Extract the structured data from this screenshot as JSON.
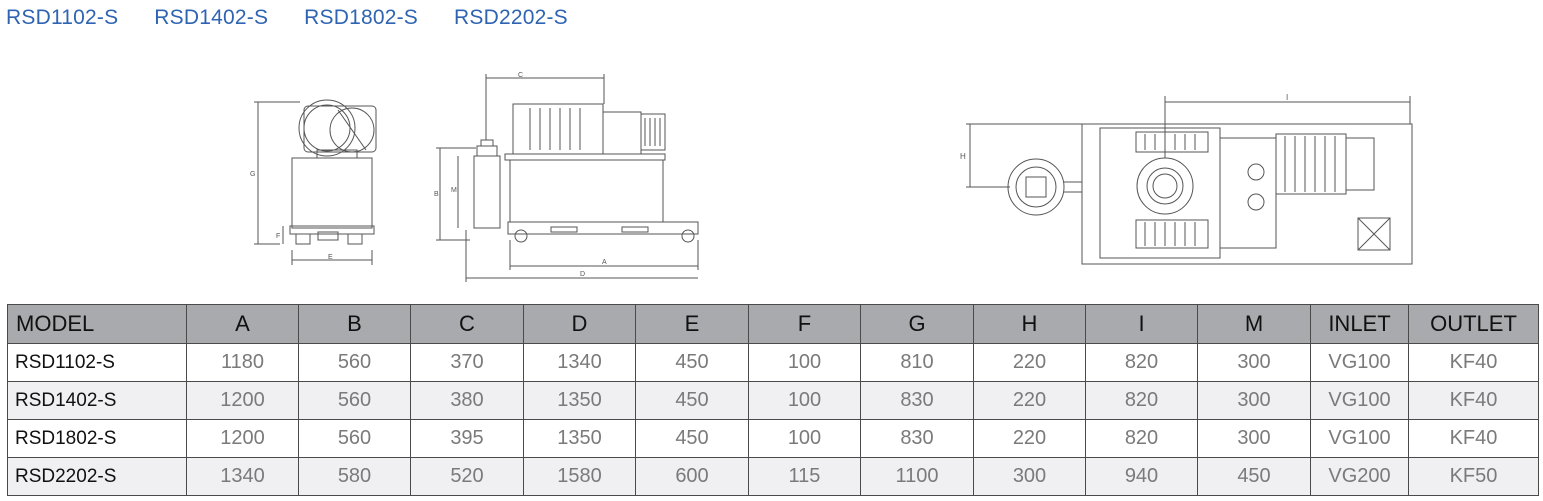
{
  "model_links": [
    "RSD1102-S",
    "RSD1402-S",
    "RSD1802-S",
    "RSD2202-S"
  ],
  "drawing_labels": {
    "front": {
      "G": "G",
      "F": "F",
      "E": "E"
    },
    "side": {
      "C": "C",
      "B": "B",
      "M": "M",
      "A": "A",
      "D": "D"
    },
    "top": {
      "H": "H",
      "I": "I"
    }
  },
  "table": {
    "headers": [
      "MODEL",
      "A",
      "B",
      "C",
      "D",
      "E",
      "F",
      "G",
      "H",
      "I",
      "M",
      "INLET",
      "OUTLET"
    ],
    "rows": [
      [
        "RSD1102-S",
        "1180",
        "560",
        "370",
        "1340",
        "450",
        "100",
        "810",
        "220",
        "820",
        "300",
        "VG100",
        "KF40"
      ],
      [
        "RSD1402-S",
        "1200",
        "560",
        "380",
        "1350",
        "450",
        "100",
        "830",
        "220",
        "820",
        "300",
        "VG100",
        "KF40"
      ],
      [
        "RSD1802-S",
        "1200",
        "560",
        "395",
        "1350",
        "450",
        "100",
        "830",
        "220",
        "820",
        "300",
        "VG100",
        "KF40"
      ],
      [
        "RSD2202-S",
        "1340",
        "580",
        "520",
        "1580",
        "600",
        "115",
        "1100",
        "300",
        "940",
        "450",
        "VG200",
        "KF50"
      ]
    ]
  }
}
